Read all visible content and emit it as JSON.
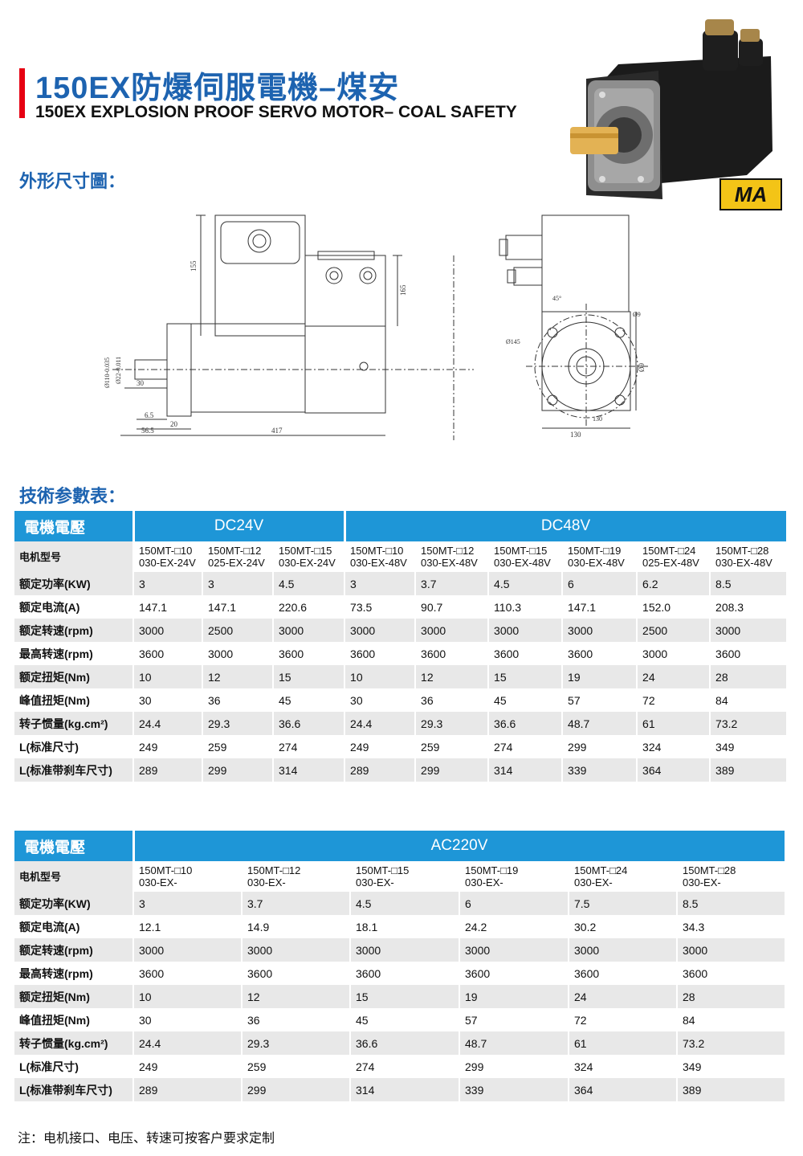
{
  "header": {
    "title_cn": "150EX防爆伺服電機–煤安",
    "title_en": "150EX EXPLOSION PROOF SERVO MOTOR– COAL SAFETY",
    "ma_badge": "MA"
  },
  "sections": {
    "drawing_title": "外形尺寸圖：",
    "params_title": "技術参數表："
  },
  "drawing": {
    "dims": [
      "155",
      "165",
      "417",
      "56.5",
      "20",
      "6.5",
      "30",
      "Ø110-0.035",
      "Ø22-0.011",
      "Ø145",
      "Ø9",
      "130",
      "130",
      "24.5-0.1",
      "45°"
    ]
  },
  "table1": {
    "voltage_label": "電機電壓",
    "groups": [
      "DC24V",
      "DC48V"
    ],
    "models": [
      [
        "150MT-□10",
        "030-EX-24V"
      ],
      [
        "150MT-□12",
        "025-EX-24V"
      ],
      [
        "150MT-□15",
        "030-EX-24V"
      ],
      [
        "150MT-□10",
        "030-EX-48V"
      ],
      [
        "150MT-□12",
        "030-EX-48V"
      ],
      [
        "150MT-□15",
        "030-EX-48V"
      ],
      [
        "150MT-□19",
        "030-EX-48V"
      ],
      [
        "150MT-□24",
        "025-EX-48V"
      ],
      [
        "150MT-□28",
        "030-EX-48V"
      ]
    ],
    "rows": [
      {
        "label": "电机型号"
      },
      {
        "label": "额定功率(KW)",
        "values": [
          "3",
          "3",
          "4.5",
          "3",
          "3.7",
          "4.5",
          "6",
          "6.2",
          "8.5"
        ]
      },
      {
        "label": "额定电流(A)",
        "values": [
          "147.1",
          "147.1",
          "220.6",
          "73.5",
          "90.7",
          "110.3",
          "147.1",
          "152.0",
          "208.3"
        ]
      },
      {
        "label": "额定转速(rpm)",
        "values": [
          "3000",
          "2500",
          "3000",
          "3000",
          "3000",
          "3000",
          "3000",
          "2500",
          "3000"
        ]
      },
      {
        "label": "最高转速(rpm)",
        "values": [
          "3600",
          "3000",
          "3600",
          "3600",
          "3600",
          "3600",
          "3600",
          "3000",
          "3600"
        ]
      },
      {
        "label": "额定扭矩(Nm)",
        "values": [
          "10",
          "12",
          "15",
          "10",
          "12",
          "15",
          "19",
          "24",
          "28"
        ]
      },
      {
        "label": "峰值扭矩(Nm)",
        "values": [
          "30",
          "36",
          "45",
          "30",
          "36",
          "45",
          "57",
          "72",
          "84"
        ]
      },
      {
        "label": "转子惯量(kg.cm²)",
        "values": [
          "24.4",
          "29.3",
          "36.6",
          "24.4",
          "29.3",
          "36.6",
          "48.7",
          "61",
          "73.2"
        ]
      },
      {
        "label": "L(标准尺寸)",
        "values": [
          "249",
          "259",
          "274",
          "249",
          "259",
          "274",
          "299",
          "324",
          "349"
        ]
      },
      {
        "label": "L(标准带刹车尺寸)",
        "values": [
          "289",
          "299",
          "314",
          "289",
          "299",
          "314",
          "339",
          "364",
          "389"
        ]
      }
    ]
  },
  "table2": {
    "voltage_label": "電機電壓",
    "group": "AC220V",
    "models": [
      [
        "150MT-□10",
        "030-EX-"
      ],
      [
        "150MT-□12",
        "030-EX-"
      ],
      [
        "150MT-□15",
        "030-EX-"
      ],
      [
        "150MT-□19",
        "030-EX-"
      ],
      [
        "150MT-□24",
        "030-EX-"
      ],
      [
        "150MT-□28",
        "030-EX-"
      ]
    ],
    "rows": [
      {
        "label": "电机型号"
      },
      {
        "label": "额定功率(KW)",
        "values": [
          "3",
          "3.7",
          "4.5",
          "6",
          "7.5",
          "8.5"
        ]
      },
      {
        "label": "额定电流(A)",
        "values": [
          "12.1",
          "14.9",
          "18.1",
          "24.2",
          "30.2",
          "34.3"
        ]
      },
      {
        "label": "额定转速(rpm)",
        "values": [
          "3000",
          "3000",
          "3000",
          "3000",
          "3000",
          "3000"
        ]
      },
      {
        "label": "最高转速(rpm)",
        "values": [
          "3600",
          "3600",
          "3600",
          "3600",
          "3600",
          "3600"
        ]
      },
      {
        "label": "额定扭矩(Nm)",
        "values": [
          "10",
          "12",
          "15",
          "19",
          "24",
          "28"
        ]
      },
      {
        "label": "峰值扭矩(Nm)",
        "values": [
          "30",
          "36",
          "45",
          "57",
          "72",
          "84"
        ]
      },
      {
        "label": "转子惯量(kg.cm²)",
        "values": [
          "24.4",
          "29.3",
          "36.6",
          "48.7",
          "61",
          "73.2"
        ]
      },
      {
        "label": "L(标准尺寸)",
        "values": [
          "249",
          "259",
          "274",
          "299",
          "324",
          "349"
        ]
      },
      {
        "label": "L(标准带刹车尺寸)",
        "values": [
          "289",
          "299",
          "314",
          "339",
          "364",
          "389"
        ]
      }
    ]
  },
  "note": "注：电机接口、电压、转速可按客户要求定制"
}
